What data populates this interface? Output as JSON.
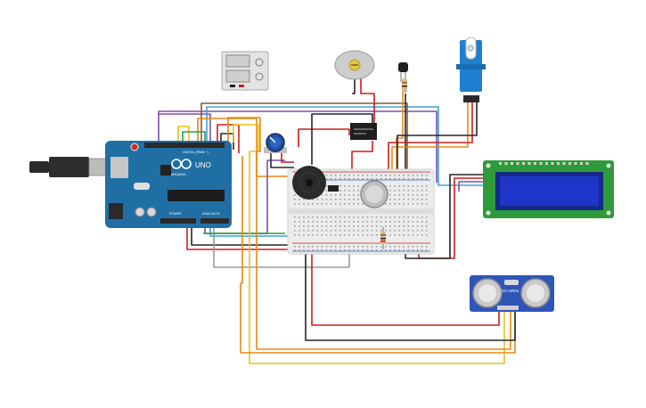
{
  "arduino": {
    "logo": "UNO",
    "brand": "ARDUINO",
    "digital_header": "DIGITAL (PWM ~)",
    "power_header": "POWER",
    "analog_header": "ANALOG IN"
  },
  "ultrasonic": {
    "label": "HC-SR04"
  },
  "colors": {
    "arduino_board": "#1f6fa5",
    "breadboard": "#ececec",
    "lcd_board": "#2f9a3a",
    "lcd_screen": "#1f35c8",
    "ultrasonic_board": "#2e55b8",
    "buzzer": "#2a2a2a",
    "servo": "#1e7fd0",
    "wire_red": "#d01c1c",
    "wire_black": "#262626",
    "wire_orange": "#e58a14",
    "wire_yellow": "#e6c21c",
    "wire_green": "#25a049",
    "wire_blue": "#3fa0d8",
    "wire_purple": "#7c4fb0",
    "wire_gray": "#9a9a9a",
    "wire_brown": "#8a5a2a"
  },
  "components": [
    {
      "name": "Arduino Uno",
      "icon": "arduino-board-icon"
    },
    {
      "name": "USB cable",
      "icon": "usb-plug-icon"
    },
    {
      "name": "Breadboard",
      "icon": "breadboard-icon"
    },
    {
      "name": "Potentiometer",
      "icon": "potentiometer-icon"
    },
    {
      "name": "Piezo buzzer",
      "icon": "buzzer-icon"
    },
    {
      "name": "Gas sensor",
      "icon": "gas-sensor-icon"
    },
    {
      "name": "Multimeter",
      "icon": "multimeter-icon"
    },
    {
      "name": "DC motor",
      "icon": "dc-motor-icon"
    },
    {
      "name": "Transistor",
      "icon": "transistor-icon"
    },
    {
      "name": "Relay",
      "icon": "relay-icon"
    },
    {
      "name": "Micro servo",
      "icon": "servo-icon"
    },
    {
      "name": "LCD 16x2",
      "icon": "lcd-icon"
    },
    {
      "name": "Ultrasonic sensor",
      "icon": "ultrasonic-sensor-icon"
    },
    {
      "name": "Resistor",
      "icon": "resistor-icon"
    }
  ]
}
